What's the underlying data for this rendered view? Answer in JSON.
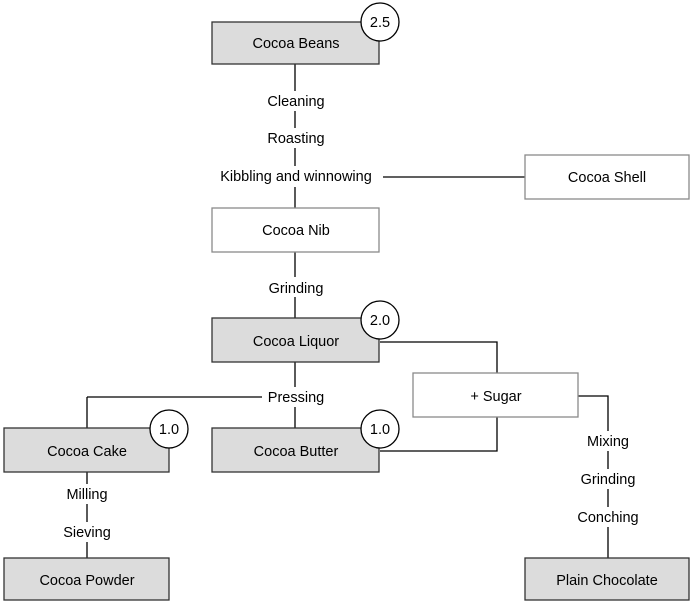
{
  "nodes": {
    "cocoa_beans": "Cocoa Beans",
    "cocoa_shell": "Cocoa Shell",
    "cocoa_nib": "Cocoa Nib",
    "cocoa_liquor": "Cocoa Liquor",
    "plus_sugar": "+ Sugar",
    "cocoa_cake": "Cocoa Cake",
    "cocoa_butter": "Cocoa Butter",
    "cocoa_powder": "Cocoa Powder",
    "plain_chocolate": "Plain Chocolate"
  },
  "badges": {
    "cocoa_beans": "2.5",
    "cocoa_liquor": "2.0",
    "cocoa_cake": "1.0",
    "cocoa_butter": "1.0"
  },
  "steps": {
    "cleaning": "Cleaning",
    "roasting": "Roasting",
    "kibbling": "Kibbling and winnowing",
    "grinding_liquor": "Grinding",
    "pressing": "Pressing",
    "milling": "Milling",
    "sieving": "Sieving",
    "mixing": "Mixing",
    "grinding_choc": "Grinding",
    "conching": "Conching"
  }
}
